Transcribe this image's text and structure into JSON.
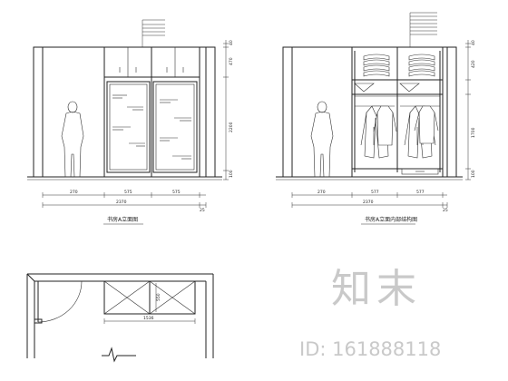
{
  "drawing": {
    "views": [
      {
        "caption": "书房A立面图",
        "dims_bottom_parts": [
          "270",
          "575",
          "575"
        ],
        "dims_bottom_total": [
          "2370",
          "25"
        ],
        "dims_right": [
          "40",
          "470",
          "2200",
          "100"
        ]
      },
      {
        "caption": "书房A立面内部结构图",
        "dims_bottom_parts": [
          "270",
          "577",
          "577"
        ],
        "dims_bottom_total": [
          "2370",
          "25"
        ],
        "dims_right": [
          "40",
          "420",
          "1700",
          "100"
        ]
      }
    ],
    "plan": {
      "label_panel": "550",
      "label_width": "1536"
    }
  },
  "watermark": {
    "logo_text": "知末",
    "id_label": "ID: 161888118"
  }
}
